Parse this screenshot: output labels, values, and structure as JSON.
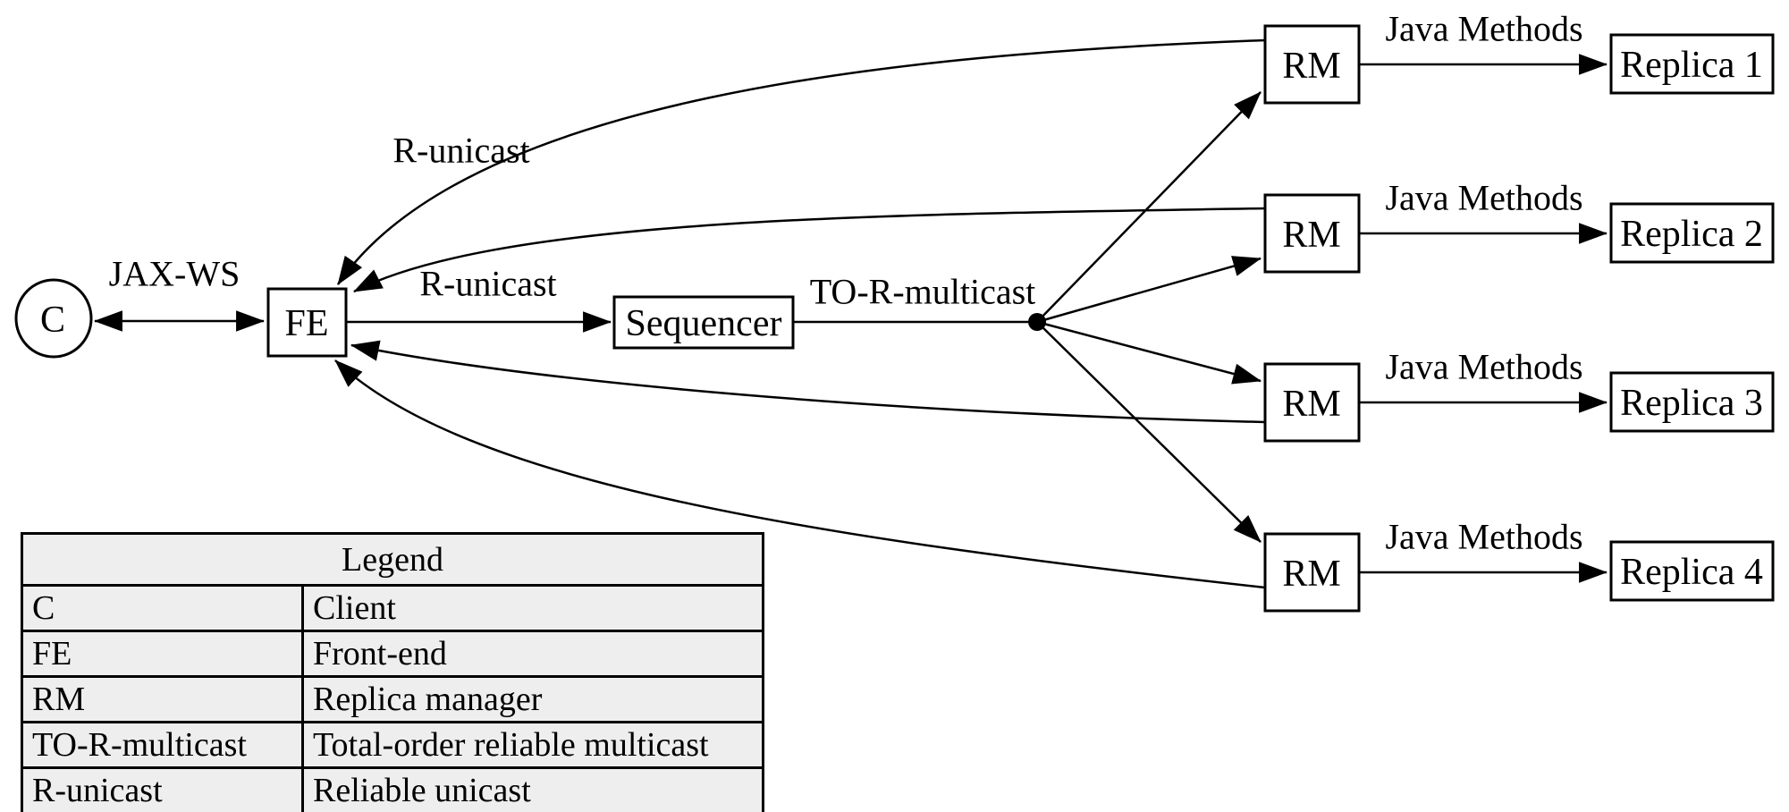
{
  "colors": {
    "ink": "#000000",
    "background": "#ffffff",
    "legend_bg": "#eeeeee"
  },
  "diagram": {
    "client": {
      "label": "C"
    },
    "frontend": {
      "label": "FE"
    },
    "sequencer": {
      "label": "Sequencer"
    },
    "edges": {
      "jax_ws": "JAX-WS",
      "r_unicast_fe_seq": "R-unicast",
      "r_unicast_return": "R-unicast",
      "to_r_multicast": "TO-R-multicast"
    },
    "rm_rows": [
      {
        "rm": "RM",
        "edge": "Java Methods",
        "replica": "Replica 1"
      },
      {
        "rm": "RM",
        "edge": "Java Methods",
        "replica": "Replica 2"
      },
      {
        "rm": "RM",
        "edge": "Java Methods",
        "replica": "Replica 3"
      },
      {
        "rm": "RM",
        "edge": "Java Methods",
        "replica": "Replica 4"
      }
    ]
  },
  "legend": {
    "title": "Legend",
    "rows": [
      {
        "abbr": "C",
        "meaning": "Client"
      },
      {
        "abbr": "FE",
        "meaning": "Front-end"
      },
      {
        "abbr": "RM",
        "meaning": "Replica manager"
      },
      {
        "abbr": "TO-R-multicast",
        "meaning": "Total-order reliable multicast"
      },
      {
        "abbr": "R-unicast",
        "meaning": "Reliable unicast"
      }
    ]
  }
}
